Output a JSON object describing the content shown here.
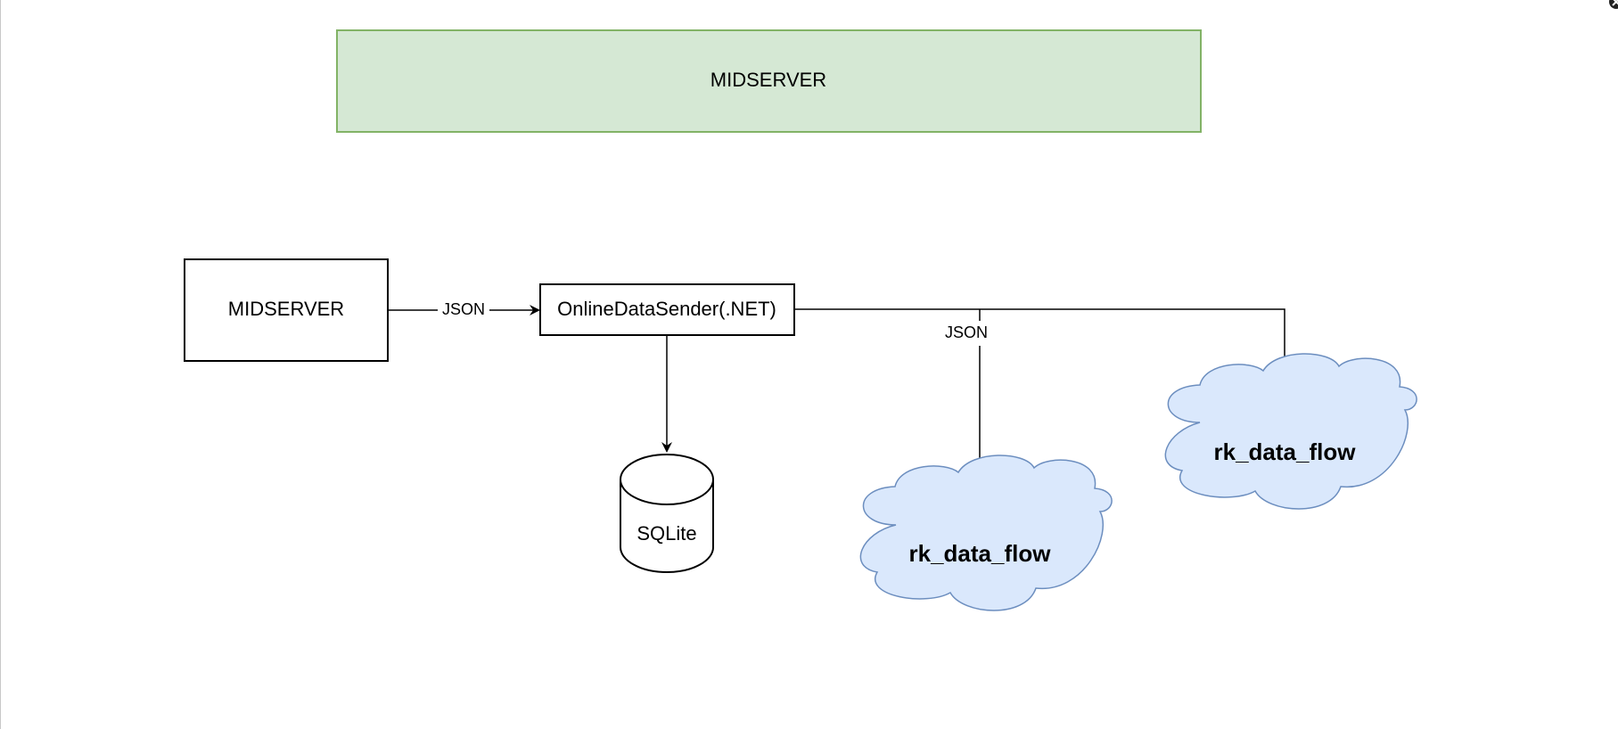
{
  "diagram": {
    "top_box": {
      "label": "MIDSERVER",
      "fill": "#d5e8d4",
      "stroke": "#82b366"
    },
    "source_box": {
      "label": "MIDSERVER"
    },
    "sender_box": {
      "label": "OnlineDataSender(.NET)"
    },
    "database": {
      "label": "SQLite"
    },
    "cloud_center": {
      "label": "rk_data_flow",
      "fill": "#dae8fc",
      "stroke": "#6c8ebf"
    },
    "cloud_right": {
      "label": "rk_data_flow",
      "fill": "#dae8fc",
      "stroke": "#6c8ebf"
    },
    "edge_source_to_sender": {
      "label": "JSON"
    },
    "edge_sender_to_clouds": {
      "label": "JSON"
    }
  }
}
